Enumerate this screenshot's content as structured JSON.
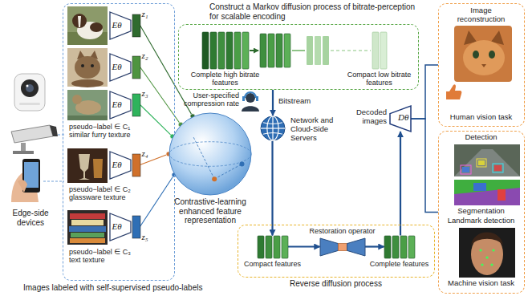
{
  "diagram": {
    "nodes": [
      {
        "text": [
          "Images labeled with self-supervised pseudo-labels"
        ]
      },
      {
        "text": [
          "Eθ"
        ],
        "in": 0
      },
      {
        "text": [
          "z₁"
        ],
        "in": 0
      },
      {
        "text": [
          "Eθ"
        ],
        "in": 0
      },
      {
        "text": [
          "z₂"
        ],
        "in": 0
      },
      {
        "text": [
          "Eθ"
        ],
        "in": 0
      },
      {
        "text": [
          "z₃"
        ],
        "in": 0
      },
      {
        "text": [
          "Eθ"
        ],
        "in": 0
      },
      {
        "text": [
          "z₄"
        ],
        "in": 0
      },
      {
        "text": [
          "Eθ"
        ],
        "in": 0
      },
      {
        "text": [
          "z₅"
        ],
        "in": 0
      },
      {
        "text": [
          "Contrastive-learning enhanced feature representation"
        ]
      },
      {
        "text": [
          "Construct a Markov diffusion process of bitrate-perception for scalable encoding"
        ]
      },
      {
        "text": [
          "Complete high bitrate features"
        ],
        "in": 12
      },
      {
        "text": [
          "Compact low bitrate features"
        ],
        "in": 12
      },
      {
        "text": [
          "Network and Cloud-Side Servers"
        ]
      },
      {
        "text": [
          "Dθ",
          "Decoded images"
        ]
      },
      {
        "text": [
          "Image reconstruction",
          "Human vision task"
        ]
      },
      {
        "text": [
          "Detection",
          "Segmentation",
          "Landmark detection",
          "Machine vision task"
        ]
      },
      {
        "text": [
          "Reverse diffusion process"
        ]
      },
      {
        "text": [
          "Compact features"
        ],
        "in": 19
      },
      {
        "text": [
          "Restoration operator"
        ],
        "in": 19
      },
      {
        "text": [
          "Complete features"
        ],
        "in": 19
      }
    ],
    "edges": [
      {
        "from": 2,
        "to": 11,
        "arrow": "none"
      },
      {
        "from": 4,
        "to": 11,
        "arrow": "none"
      },
      {
        "from": 6,
        "to": 11,
        "arrow": "none"
      },
      {
        "from": 8,
        "to": 11,
        "arrow": "none"
      },
      {
        "from": 10,
        "to": 11,
        "arrow": "none"
      },
      {
        "from": 12,
        "to": 15,
        "label": "Bitstream",
        "arrow": "to"
      },
      {
        "from": 15,
        "to": 20,
        "arrow": "to"
      },
      {
        "from": 20,
        "to": 21,
        "arrow": "to"
      },
      {
        "from": 21,
        "to": 22,
        "arrow": "to"
      },
      {
        "from": 22,
        "to": 16,
        "arrow": "to"
      },
      {
        "from": 16,
        "to": 17,
        "arrow": "none"
      },
      {
        "from": 16,
        "to": 18,
        "arrow": "none"
      }
    ],
    "labels": [
      "pseudo−label ∈ C₁ similar furry texture",
      "pseudo−label ∈ C₂ glassware texture",
      "pseudo−label ∈ C₃ text texture",
      "Edge-side devices",
      "User-specified compression rate"
    ]
  }
}
